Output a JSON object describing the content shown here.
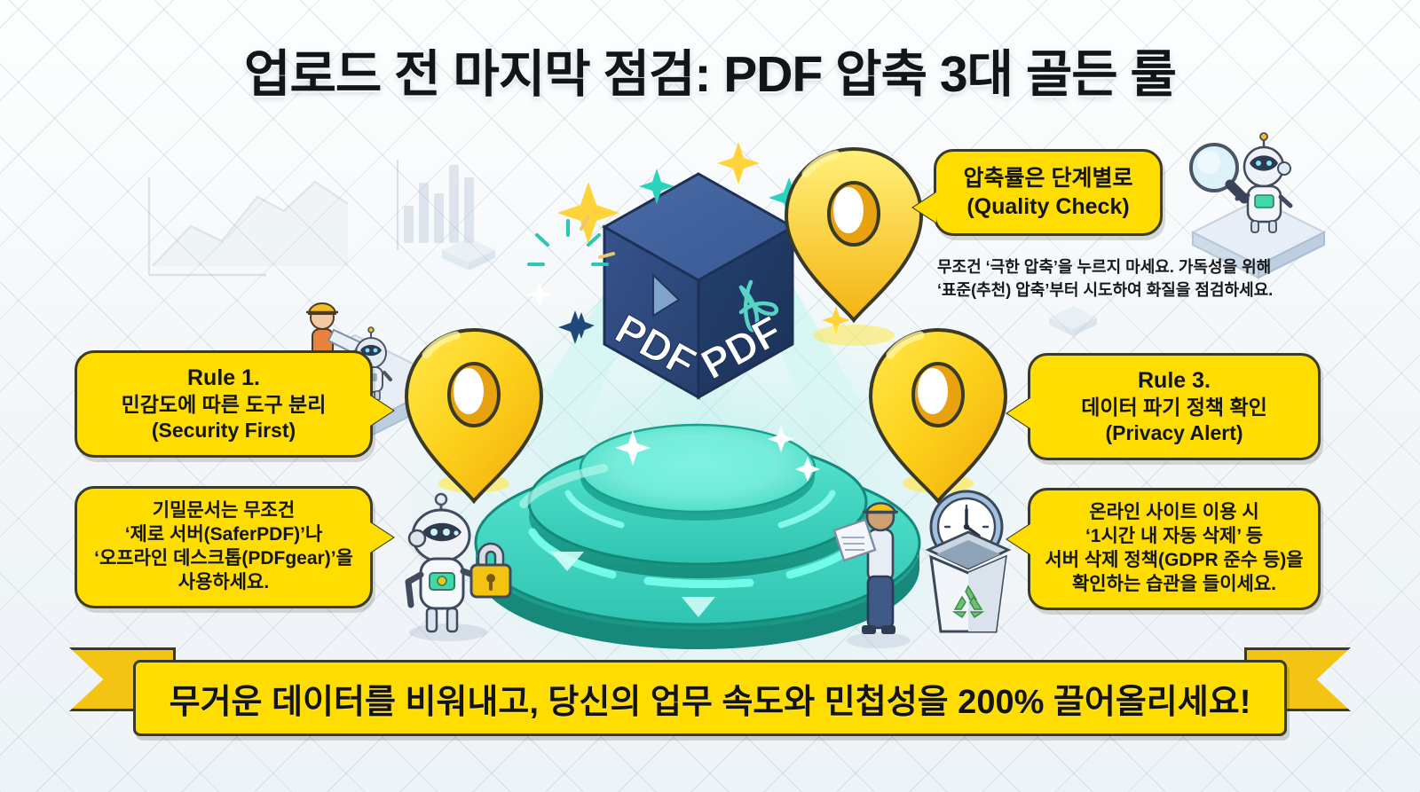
{
  "title": "업로드 전 마지막 점검: PDF 압축 3대 골든 룰",
  "colors": {
    "bubble_yellow": "#FFDD00",
    "bubble_border": "#3a3a28",
    "podium_teal": "#2BC7B4",
    "pdf_blue": "#2B4A80",
    "ribbon_tail": "#F3C413",
    "background": "#f2f6f9"
  },
  "center": {
    "cube_label_left": "PDF",
    "cube_label_right": "PDF"
  },
  "callouts": {
    "quality": {
      "name": "Quality Check",
      "lines": [
        "압축률은 단계별로",
        "(Quality Check)"
      ]
    },
    "quality_note": {
      "lines": [
        "무조건 ‘극한 압축’을 누르지 마세요. 가독성을 위해",
        "‘표준(추천) 압축’부터 시도하여 화질을 점검하세요."
      ]
    },
    "rule1": {
      "heading": "Rule 1.",
      "lines": [
        "민감도에 따른 도구 분리",
        "(Security First)"
      ]
    },
    "rule1_detail": {
      "lines": [
        "기밀문서는 무조건",
        "‘제로 서버(SaferPDF)’나",
        "‘오프라인 데스크톱(PDFgear)’을",
        "사용하세요."
      ]
    },
    "rule3": {
      "heading": "Rule 3.",
      "lines": [
        "데이터 파기 정책 확인",
        "(Privacy Alert)"
      ]
    },
    "rule3_detail": {
      "lines": [
        "온라인 사이트 이용 시",
        "‘1시간 내 자동 삭제’ 등",
        "서버 삭제 정책(GDPR 준수 등)을",
        "확인하는 습관을 들이세요."
      ]
    }
  },
  "ribbon": {
    "text": "무거운 데이터를 비워내고, 당신의 업무 속도와 민첩성을 200% 끌어올리세요!"
  },
  "icons": {
    "map_pin": "map-pin-icon",
    "padlock": "padlock-icon",
    "clock": "clock-icon",
    "recycle_bin": "recycle-bin-icon",
    "magnifier": "magnifier-icon",
    "robot": "robot-icon",
    "worker": "worker-icon",
    "pdf_cube": "pdf-cube-icon"
  }
}
